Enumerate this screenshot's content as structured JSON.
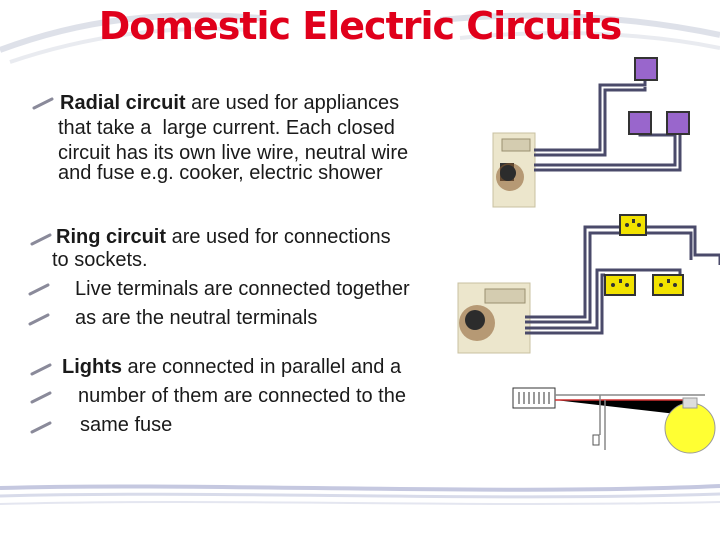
{
  "slide": {
    "title": "Domestic Electric Circuits"
  },
  "radial": {
    "term": "Radial circuit",
    "line1_rest": " are used for appliances",
    "line2": "that take a  large current. Each closed",
    "line3": "circuit has its own live wire, neutral wire",
    "line4": "and fuse e.g. cooker, electric shower"
  },
  "ring": {
    "term": "Ring circuit",
    "line1_rest": " are used for connections",
    "line2": "to sockets.",
    "line3": "Live terminals are connected together",
    "line4": "as are the neutral terminals"
  },
  "lights": {
    "term": "Lights",
    "line1_rest": " are connected in parallel and a",
    "line2": "number of them are connected to the",
    "line3": "same fuse"
  },
  "colors": {
    "title": "#e0001b",
    "wire": "#4a4a6a",
    "appliance": "#9966cc",
    "socket": "#f2e200",
    "lamp": "#ffff33"
  }
}
